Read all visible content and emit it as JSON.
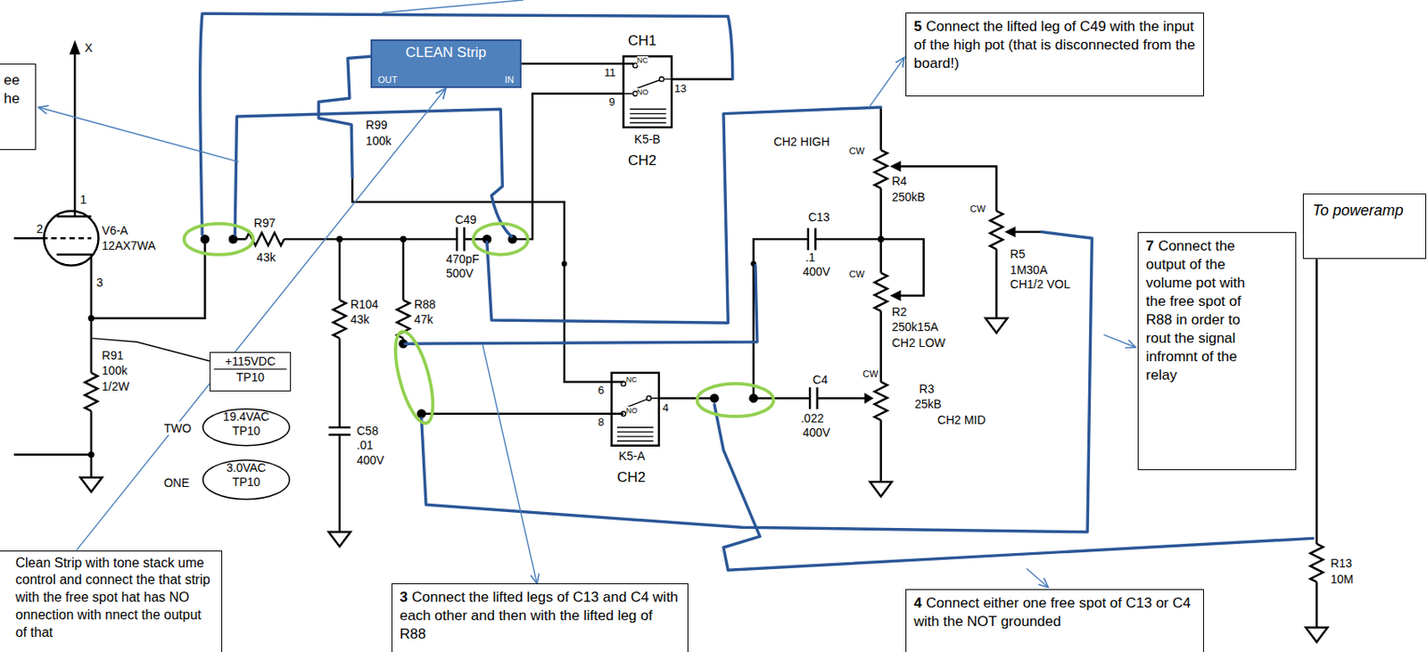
{
  "diagram": {
    "nodes": [
      {
        "text": [
          "ee he"
        ]
      },
      {
        "text": [
          "CLEAN Strip",
          "OUT",
          "IN"
        ]
      },
      {
        "text": [
          "5",
          "Connect the lifted leg of C49 with the input of the high pot (that is disconnected from the board!)"
        ]
      },
      {
        "text": [
          "To poweramp"
        ]
      },
      {
        "text": [
          "7",
          "Connect the output of the volume pot with the free spot of R88 in order to rout the signal infromnt of the relay"
        ]
      },
      {
        "text": [
          "+115VDC",
          "TP10"
        ]
      },
      {
        "text": [
          "19.4VAC",
          "TP10"
        ]
      },
      {
        "text": [
          "3.0VAC",
          "TP10"
        ]
      },
      {
        "text": [
          "Clean Strip with tone stack ume control and connect the that strip with the free spot hat has NO onnection with nnect the output of that"
        ]
      },
      {
        "text": [
          "3",
          "Connect the lifted legs of C13 and C4 with each other and then with the lifted leg of R88"
        ]
      },
      {
        "text": [
          "4",
          "Connect either one free spot of C13 or C4 with the NOT grounded"
        ]
      }
    ],
    "edges": [
      {
        "from": 8,
        "to": 1,
        "arrow": "to"
      }
    ],
    "labels": [
      "X",
      "1",
      "2",
      "3",
      "V6-A",
      "12AX7WA",
      "R97",
      "43k",
      "R99",
      "100k",
      "C49",
      "470pF",
      "500V",
      "CH1",
      "11",
      "NC",
      "13",
      "9",
      "NO",
      "K5-B",
      "CH2",
      "R104",
      "43k",
      "R88",
      "47k",
      "R91",
      "100k",
      "1/2W",
      "TWO",
      "ONE",
      "C58",
      ".01",
      "400V",
      "6",
      "NC",
      "4",
      "8",
      "NO",
      "K5-A",
      "CH2",
      "CH2 HIGH",
      "CW",
      "R4",
      "250kB",
      "C13",
      ".1",
      "400V",
      "CW",
      "R2",
      "250k15A",
      "CH2 LOW",
      "C4",
      ".022",
      "400V",
      "CW",
      "R3",
      "25kB",
      "CH2 MID",
      "CW",
      "R5",
      "1M30A",
      "CH1/2 VOL",
      "R13",
      "10M"
    ]
  }
}
